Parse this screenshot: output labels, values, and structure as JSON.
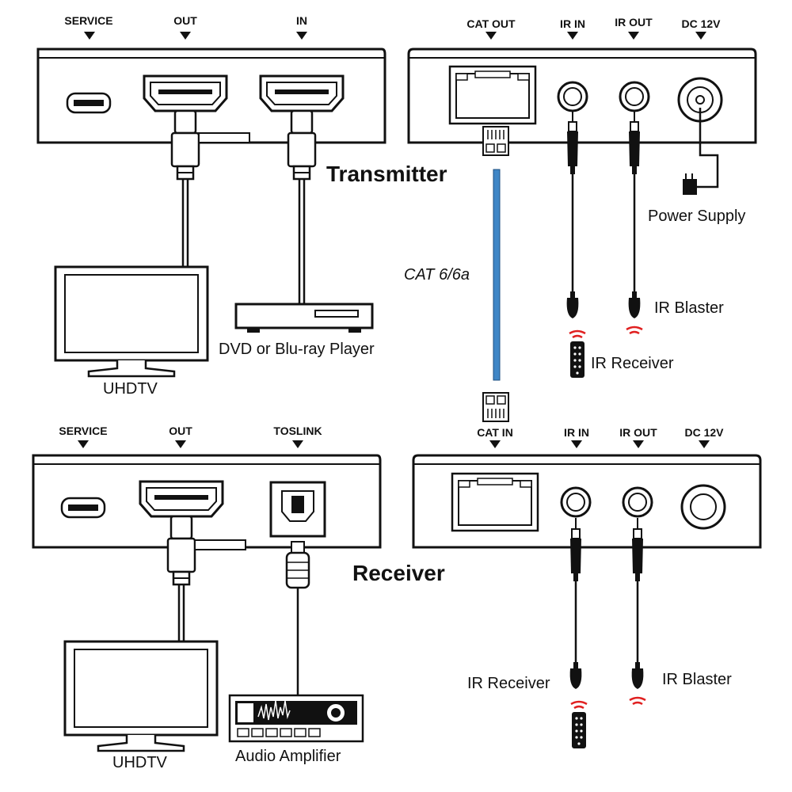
{
  "transmitter": {
    "title": "Transmitter",
    "front_ports": {
      "service": "SERVICE",
      "out": "OUT",
      "in": "IN"
    },
    "rear_ports": {
      "cat_out": "CAT OUT",
      "ir_in": "IR IN",
      "ir_out": "IR OUT",
      "dc": "DC 12V"
    },
    "devices": {
      "display": "UHDTV",
      "source": "DVD or Blu-ray Player",
      "power": "Power Supply",
      "ir_receiver": "IR Receiver",
      "ir_blaster": "IR Blaster"
    }
  },
  "cable": {
    "label": "CAT 6/6a",
    "color": "#3f86c6"
  },
  "receiver": {
    "title": "Receiver",
    "front_ports": {
      "service": "SERVICE",
      "out": "OUT",
      "toslink": "TOSLINK"
    },
    "rear_ports": {
      "cat_in": "CAT IN",
      "ir_in": "IR IN",
      "ir_out": "IR OUT",
      "dc": "DC 12V"
    },
    "devices": {
      "display": "UHDTV",
      "audio": "Audio Amplifier",
      "ir_receiver": "IR Receiver",
      "ir_blaster": "IR Blaster"
    }
  },
  "colors": {
    "stroke": "#1a1a1a",
    "ir_signal": "#e02020",
    "cable_blue": "#3f86c6"
  }
}
